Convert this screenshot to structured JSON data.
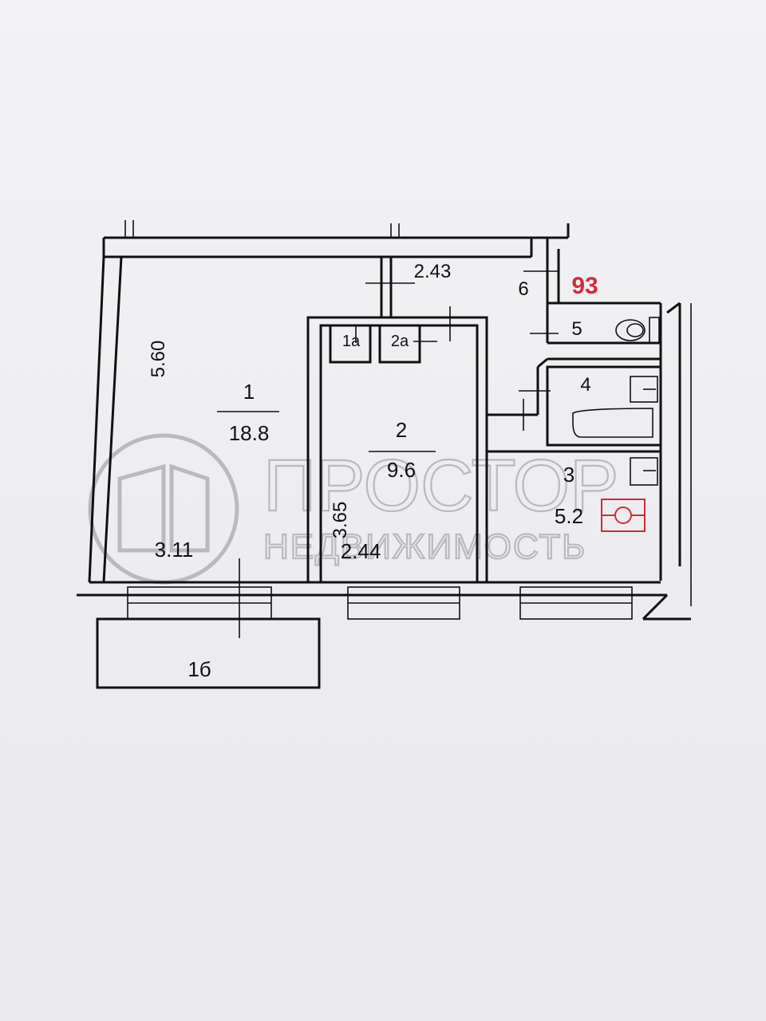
{
  "plan": {
    "apartment_number": "93",
    "rooms": [
      {
        "id": "1",
        "area": "18.8"
      },
      {
        "id": "2",
        "area": "9.6"
      },
      {
        "id": "3",
        "area": "5.2"
      },
      {
        "id": "4"
      },
      {
        "id": "5"
      },
      {
        "id": "6"
      },
      {
        "id": "1a",
        "text": "1а"
      },
      {
        "id": "2a",
        "text": "2а"
      },
      {
        "id": "1b",
        "text": "1б"
      }
    ],
    "dimensions": {
      "room1_length": "5.60",
      "room1_width": "3.11",
      "room2_length": "3.65",
      "room2_width": "2.44",
      "corridor_width": "2.43"
    }
  },
  "watermark": {
    "line1": "ПРОСТОР",
    "line2": "НЕДВИЖИМОСТЬ"
  },
  "colors": {
    "line": "#111111",
    "accent": "#d12b3a",
    "watermark": "#b9b9bf",
    "paper": "#ededf1"
  }
}
